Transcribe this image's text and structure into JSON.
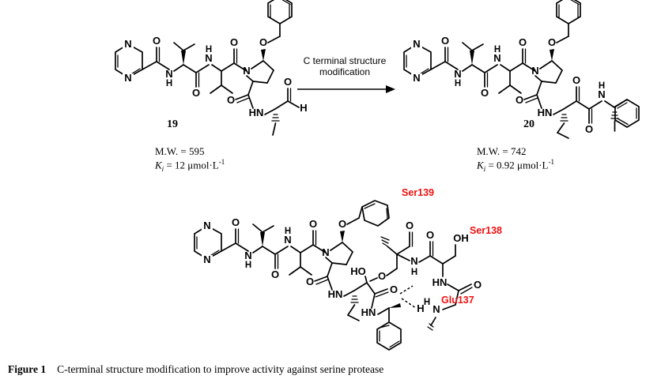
{
  "figure": {
    "caption_label": "Figure 1",
    "caption_text": "C-terminal structure modification to improve activity against serine protease"
  },
  "transform_arrow": {
    "label_line1": "C terminal structure",
    "label_line2": "modification",
    "icon": "right-arrow-icon"
  },
  "compounds": [
    {
      "id": "19",
      "number": "19",
      "mw_label": "M.W. = 595",
      "ki_prefix": "K",
      "ki_sub": "i",
      "ki_value": " = 12 μmol·L",
      "ki_sup": "-1",
      "description": "Pyrazine-2-carbonyl-Val-Val-(4-benzyloxy)Pro-amide aldehyde",
      "atom_labels": [
        "N",
        "N",
        "O",
        "N",
        "H",
        "O",
        "N",
        "H",
        "O",
        "O",
        "N",
        "O",
        "HN",
        "H"
      ]
    },
    {
      "id": "20",
      "number": "20",
      "mw_label": "M.W. = 742",
      "ki_prefix": "K",
      "ki_sub": "i",
      "ki_value": " = 0.92 μmol·L",
      "ki_sup": "-1",
      "description": "Pyrazine-2-carbonyl-Val-Val-(4-benzyloxy)Pro alpha-ketoamide with phenylethylamine",
      "atom_labels": [
        "N",
        "N",
        "O",
        "N",
        "H",
        "O",
        "N",
        "H",
        "O",
        "O",
        "N",
        "O",
        "HN",
        "O",
        "O",
        "N",
        "H"
      ]
    }
  ],
  "complex": {
    "description": "Covalent hemiketal adduct of compound 20 with serine protease active site residues",
    "residues": [
      {
        "name": "Ser139",
        "color": "#ee1111"
      },
      {
        "name": "Ser138",
        "color": "#ee1111"
      },
      {
        "name": "Glu137",
        "color": "#ee1111"
      }
    ],
    "atom_labels": [
      "N",
      "N",
      "O",
      "N",
      "H",
      "O",
      "N",
      "H",
      "O",
      "O",
      "N",
      "O",
      "HN",
      "HO",
      "O",
      "O",
      "HN",
      "N",
      "H",
      "O",
      "OH",
      "HN",
      "O",
      "H",
      "N",
      "O"
    ],
    "hydrogen_bonds": 2
  },
  "colors": {
    "background": "#ffffff",
    "bond": "#000000",
    "residue_red": "#ee1111"
  }
}
